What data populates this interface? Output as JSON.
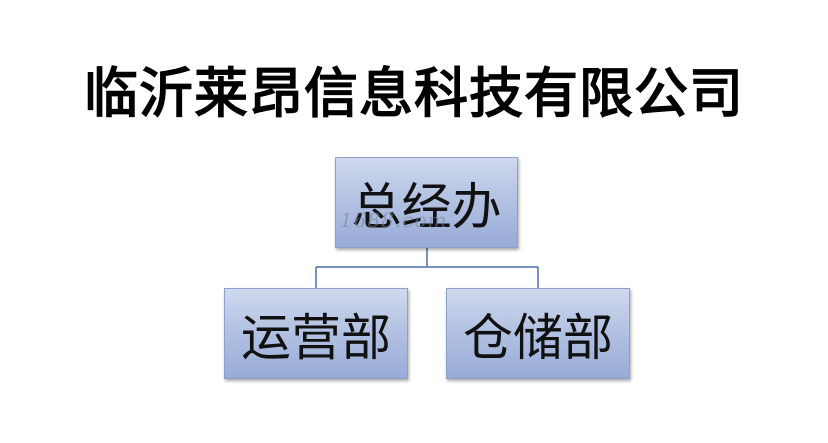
{
  "diagram": {
    "title": "临沂莱昂信息科技有限公司",
    "root": {
      "label": "总经办"
    },
    "children": [
      {
        "label": "运营部"
      },
      {
        "label": "仓储部"
      }
    ],
    "watermark": "1688.com",
    "colors": {
      "box_fill_top": "#cfd9ee",
      "box_fill_bottom": "#98abd7",
      "connector": "#4f6fa8"
    }
  }
}
